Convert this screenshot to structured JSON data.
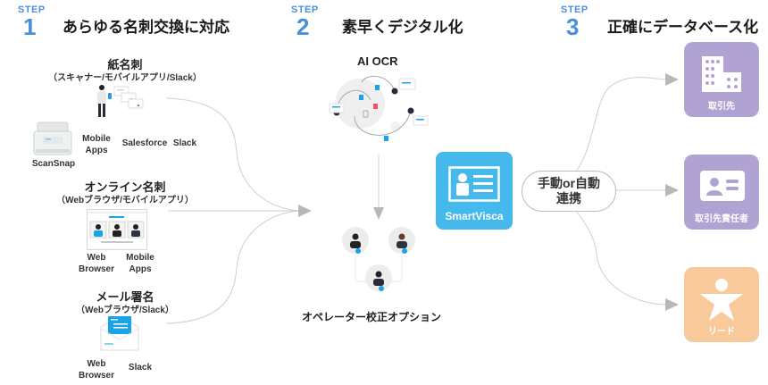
{
  "steps": [
    {
      "label": "STEP",
      "number": "1",
      "title": "あらゆる名刺交換に対応"
    },
    {
      "label": "STEP",
      "number": "2",
      "title": "素早くデジタル化"
    },
    {
      "label": "STEP",
      "number": "3",
      "title": "正確にデータベース化"
    }
  ],
  "sources": {
    "paper": {
      "title": "紙名刺",
      "subtitle": "（スキャナー/モバイルアプリ/Slack）",
      "items": [
        "ScanSnap",
        "Mobile\nApps",
        "Salesforce",
        "Slack"
      ]
    },
    "online": {
      "title": "オンライン名刺",
      "subtitle": "（Webブラウザ/モバイルアプリ）",
      "items": [
        "Web\nBrowser",
        "Mobile\nApps"
      ]
    },
    "email": {
      "title": "メール署名",
      "subtitle": "（Webブラウザ/Slack）",
      "items": [
        "Web\nBrowser",
        "Slack"
      ]
    }
  },
  "digitize": {
    "ocr_label": "AI OCR",
    "operator_label": "オペレーター校正オプション",
    "product": "SmartVisca"
  },
  "sync": {
    "label_line1": "手動or自動",
    "label_line2": "連携"
  },
  "targets": [
    {
      "label": "取引先",
      "icon": "building-icon",
      "color": "#b1a2d4"
    },
    {
      "label": "取引先責任者",
      "icon": "contact-card-icon",
      "color": "#b1a2d4"
    },
    {
      "label": "リード",
      "icon": "person-star-icon",
      "color": "#f8c99a"
    }
  ],
  "colors": {
    "step_accent": "#4a90d9",
    "smartvisca": "#46b9ec",
    "connector": "#c8c8c8",
    "arrowhead": "#b8b8b8"
  }
}
